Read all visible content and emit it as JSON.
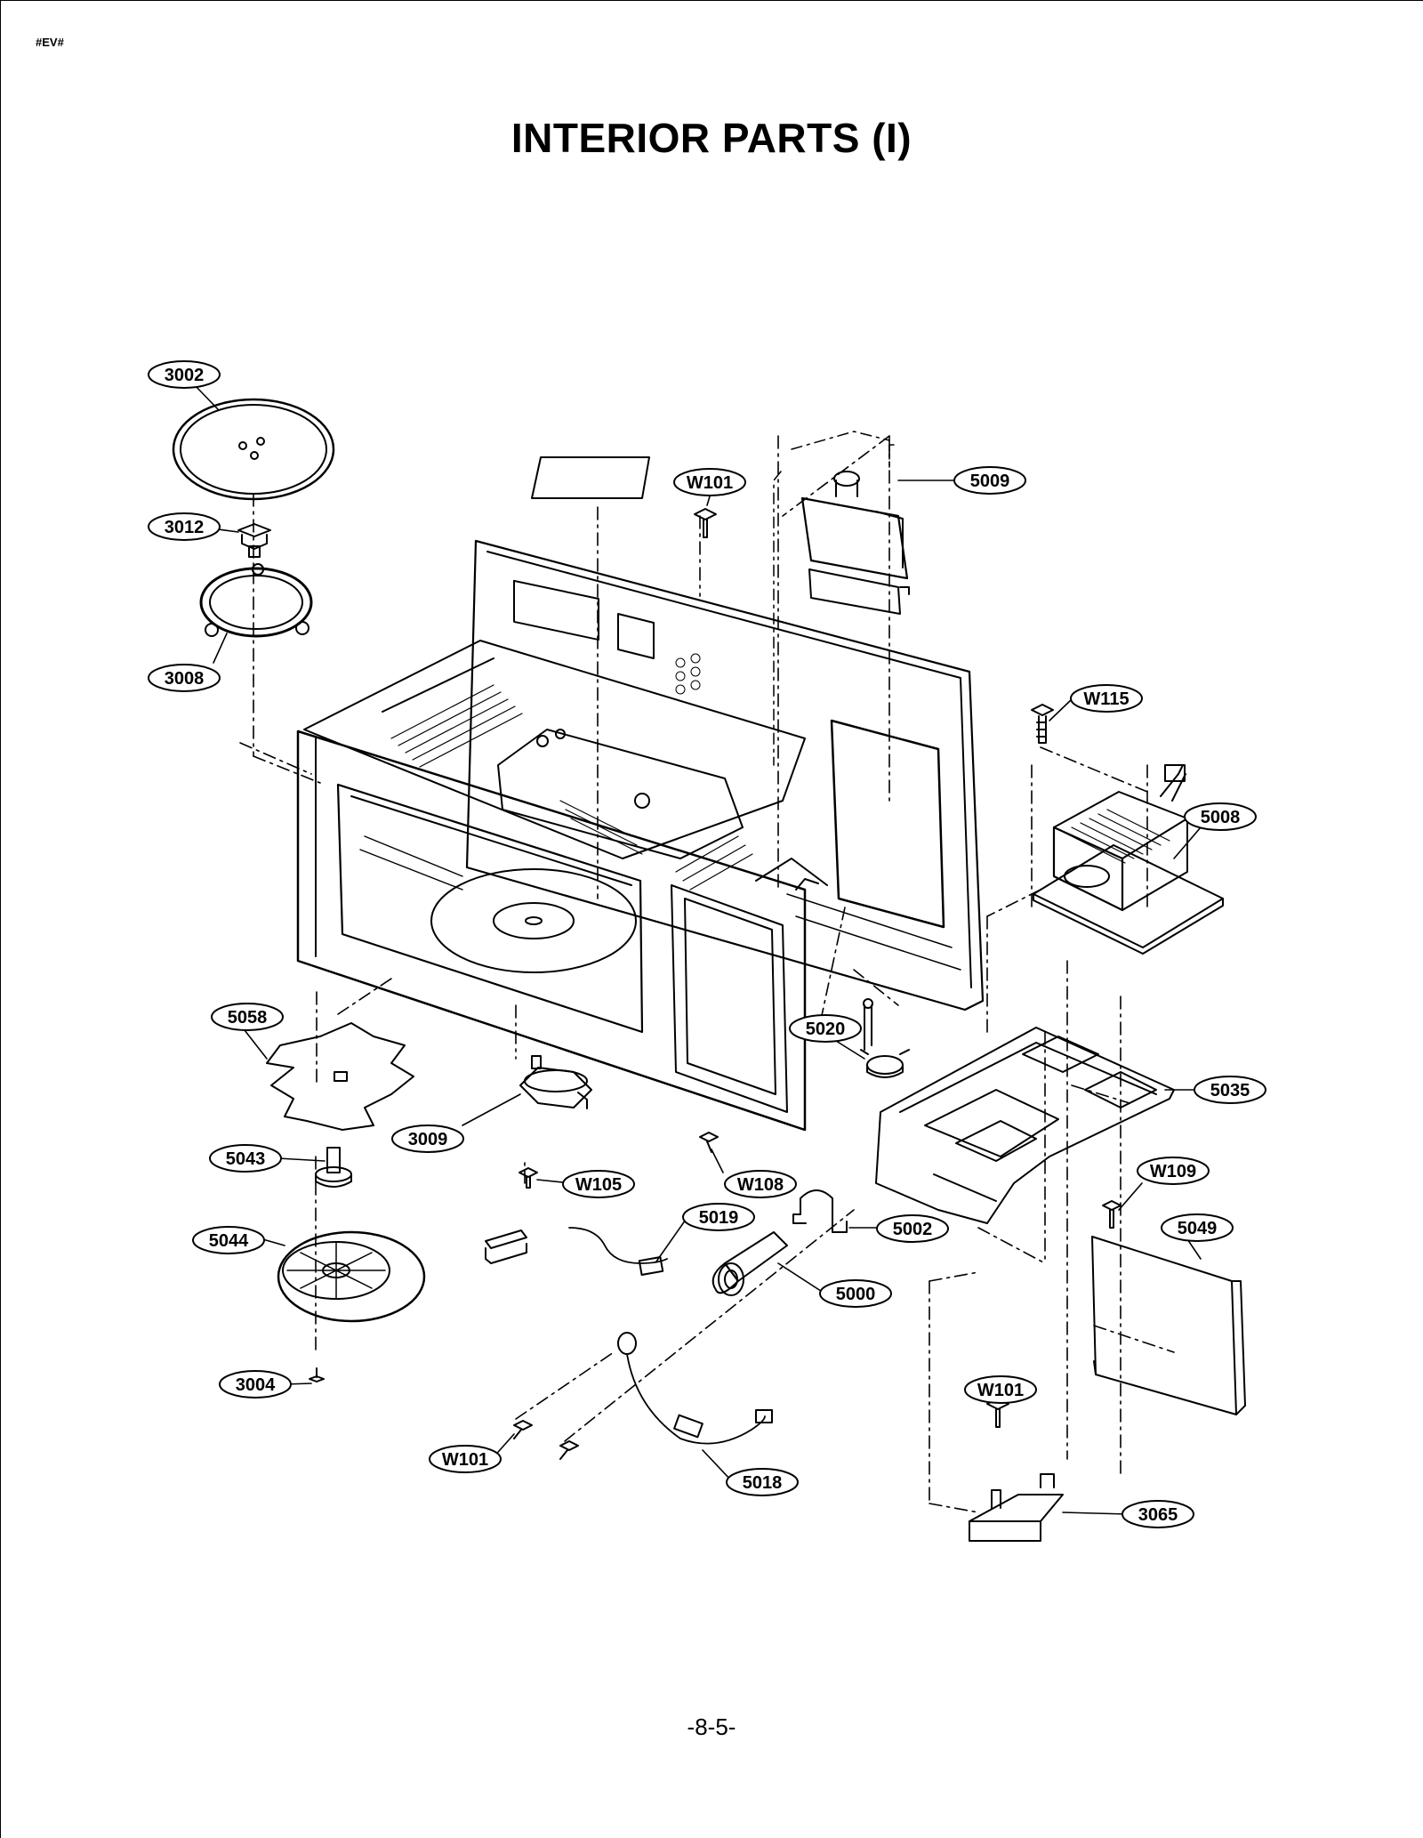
{
  "header": {
    "code": "#EV#"
  },
  "title": "INTERIOR PARTS (I)",
  "footer": {
    "page_number": "-8-5-"
  },
  "callouts": [
    {
      "id": "c-3002",
      "label": "3002"
    },
    {
      "id": "c-3012",
      "label": "3012"
    },
    {
      "id": "c-3008",
      "label": "3008"
    },
    {
      "id": "c-w101-top",
      "label": "W101"
    },
    {
      "id": "c-5009",
      "label": "5009"
    },
    {
      "id": "c-w115",
      "label": "W115"
    },
    {
      "id": "c-5008",
      "label": "5008"
    },
    {
      "id": "c-5058",
      "label": "5058"
    },
    {
      "id": "c-5020",
      "label": "5020"
    },
    {
      "id": "c-5035",
      "label": "5035"
    },
    {
      "id": "c-3009",
      "label": "3009"
    },
    {
      "id": "c-5043",
      "label": "5043"
    },
    {
      "id": "c-w105",
      "label": "W105"
    },
    {
      "id": "c-w108",
      "label": "W108"
    },
    {
      "id": "c-w109",
      "label": "W109"
    },
    {
      "id": "c-5019",
      "label": "5019"
    },
    {
      "id": "c-5002",
      "label": "5002"
    },
    {
      "id": "c-5049",
      "label": "5049"
    },
    {
      "id": "c-5044",
      "label": "5044"
    },
    {
      "id": "c-5000",
      "label": "5000"
    },
    {
      "id": "c-3004",
      "label": "3004"
    },
    {
      "id": "c-w101-mid",
      "label": "W101"
    },
    {
      "id": "c-w101-low",
      "label": "W101"
    },
    {
      "id": "c-5018",
      "label": "5018"
    },
    {
      "id": "c-3065",
      "label": "3065"
    }
  ]
}
